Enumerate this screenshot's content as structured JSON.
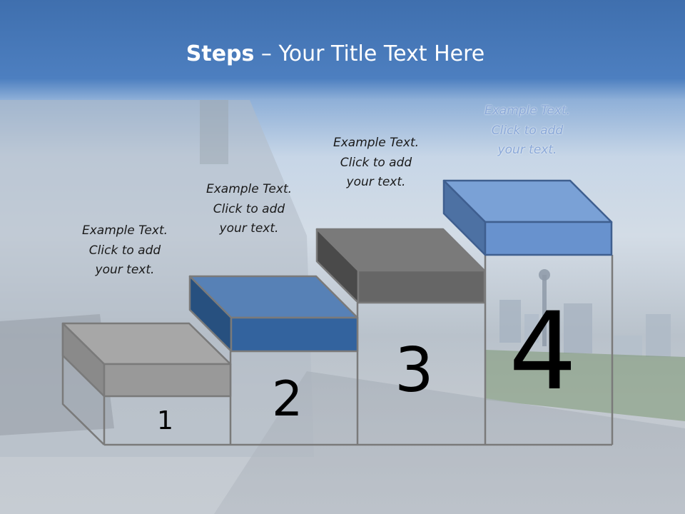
{
  "title": {
    "bold": "Steps",
    "rest": " – Your Title Text Here"
  },
  "steps": [
    {
      "number": "1",
      "caption": [
        "Example Text.",
        "Click  to add",
        "your text."
      ]
    },
    {
      "number": "2",
      "caption": [
        "Example Text.",
        "Click  to add",
        "your text."
      ]
    },
    {
      "number": "3",
      "caption": [
        "Example Text.",
        "Click  to add",
        "your text."
      ]
    },
    {
      "number": "4",
      "caption": [
        "Example Text.",
        "Click  to add",
        "your text."
      ]
    }
  ],
  "colors": {
    "title_band": "#4a7bbd",
    "step1_box": "#9c9c9c",
    "step2_box": "#33639e",
    "step3_box": "#6e6e6e",
    "step4_box": "#6b98d3",
    "outline": "#7a7a7a"
  }
}
